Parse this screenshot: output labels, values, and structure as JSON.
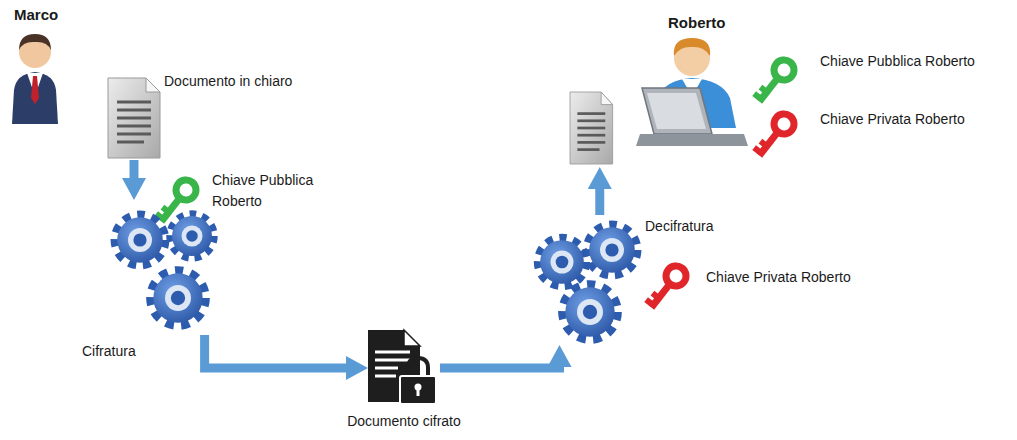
{
  "diagram": {
    "nodes": [
      {
        "text": [
          "Marco"
        ]
      },
      {
        "text": [
          "Documento in chiaro"
        ]
      },
      {
        "text": [
          "Cifratura"
        ]
      },
      {
        "text": [
          "Documento cifrato"
        ]
      },
      {
        "text": [
          "Decifratura"
        ]
      },
      {
        "text": [
          "Roberto"
        ]
      }
    ],
    "edges": [
      {
        "from": 1,
        "to": 2,
        "arrow": "to"
      },
      {
        "from": 2,
        "to": 3,
        "arrow": "to"
      },
      {
        "from": 3,
        "to": 4,
        "arrow": "to"
      },
      {
        "from": 4,
        "to": 5,
        "arrow": "to"
      }
    ],
    "labels": [
      "Chiave Pubblica Roberto",
      "Chiave Privata Roberto",
      "Chiave Pubblica Roberto",
      "Chiave Privata Roberto"
    ]
  }
}
